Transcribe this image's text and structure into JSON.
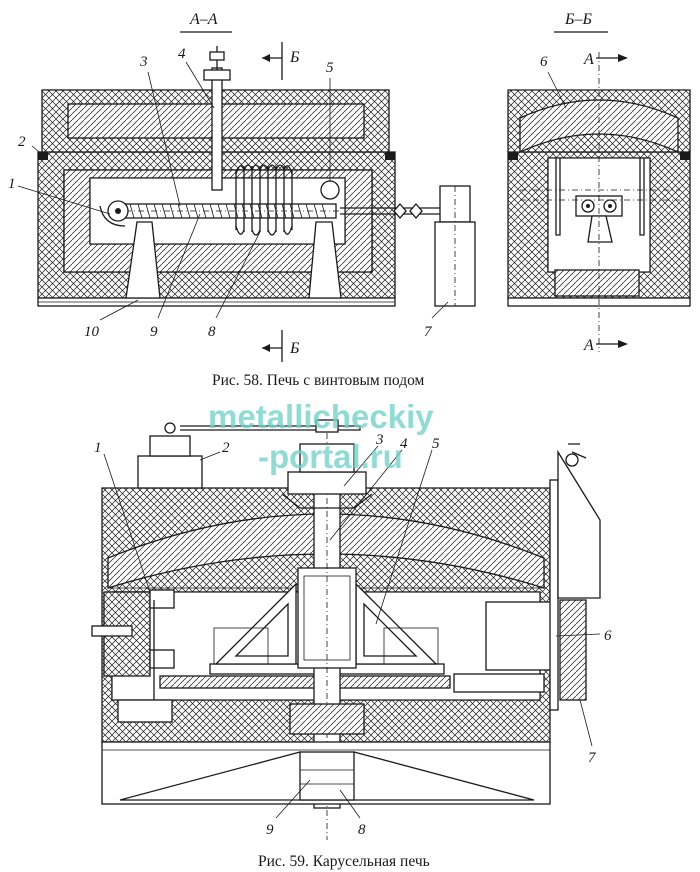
{
  "figure_58": {
    "section_aa": "А–А",
    "section_bb": "Б–Б",
    "cut_marks": [
      "Б",
      "Б",
      "А",
      "А"
    ],
    "labels": [
      "1",
      "2",
      "3",
      "4",
      "5",
      "6",
      "7",
      "8",
      "9",
      "10"
    ],
    "caption": "Рис. 58. Печь с винтовым подом"
  },
  "figure_59": {
    "labels": [
      "1",
      "2",
      "3",
      "4",
      "5",
      "6",
      "7",
      "8",
      "9"
    ],
    "caption": "Рис. 59. Карусельная печь"
  },
  "watermark": {
    "line1": "metallicheckiy",
    "line2": "-portal.ru",
    "color": "#6fd3c9"
  }
}
